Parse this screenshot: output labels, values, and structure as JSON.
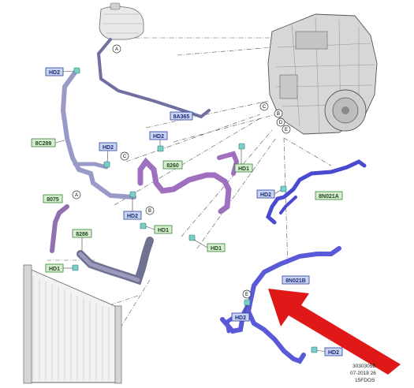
{
  "diagram": {
    "part_labels": {
      "hd2_a": "HD2",
      "p8a365": "8A365",
      "p8c289": "8C289",
      "hd2_b": "HD2",
      "hd2_c": "HD2",
      "p8260": "8260",
      "hd1_a": "HD1",
      "p8075": "8075",
      "hd2_d": "HD2",
      "hd1_b": "HD1",
      "p8286": "8286",
      "hd1_c": "HD1",
      "hd1_d": "HD1",
      "hd2_e": "HD2",
      "p8n021a": "8N021A",
      "p8n021b": "8N021B",
      "hd2_f": "HD2",
      "hd2_g": "HD2"
    },
    "callouts": {
      "a1": "A",
      "c1": "C",
      "a2": "A",
      "b1": "B",
      "c2": "C",
      "b2": "B",
      "d1": "D",
      "e1": "E",
      "e2": "E"
    },
    "footer": {
      "line1": "3030305B",
      "line2": "07-2018 26",
      "line3": "15FDOS"
    },
    "colors": {
      "blue_label_fill": "#c9d4ee",
      "blue_label_stroke": "#2a3fa6",
      "green_label_fill": "#d9ecd2",
      "green_label_stroke": "#2f8a2f",
      "hose_grey": "#9a9ac8",
      "hose_purple": "#a070c0",
      "hose_blue": "#5a5ad8",
      "arrow_red": "#e01818"
    }
  }
}
